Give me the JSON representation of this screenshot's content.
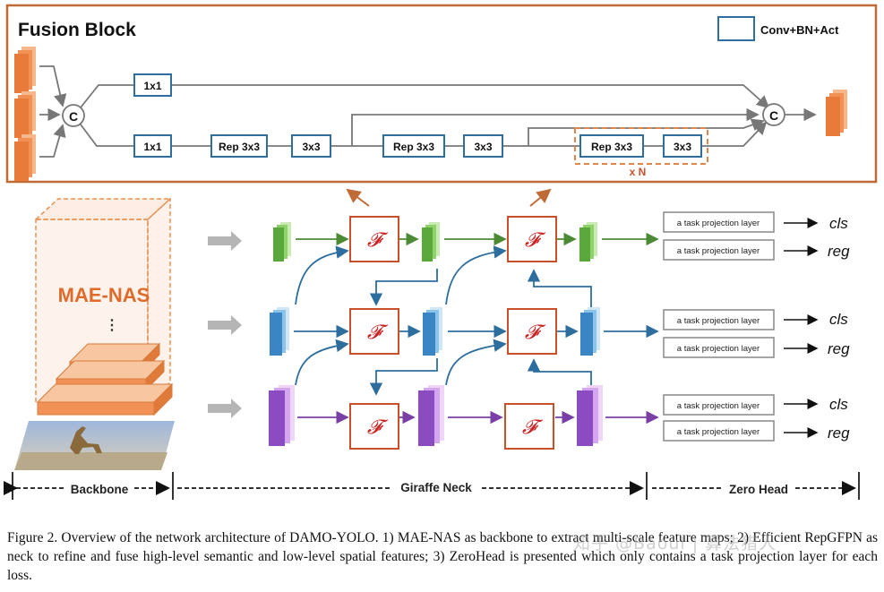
{
  "fusion_block": {
    "title": "Fusion Block",
    "legend_label": "Conv+BN+Act",
    "concat_symbol": "C",
    "conv1x1_top": "1x1",
    "conv1x1_bottom": "1x1",
    "rep3x3_a": "Rep 3x3",
    "conv3x3_a": "3x3",
    "rep3x3_b": "Rep 3x3",
    "conv3x3_b": "3x3",
    "rep3x3_c": "Rep 3x3",
    "conv3x3_c": "3x3",
    "repeat_label": "x N"
  },
  "backbone": {
    "name": "MAE-NAS",
    "dots": "⋮"
  },
  "fusion_symbol": "𝓕",
  "head": {
    "rows": [
      {
        "layer": "a task projection layer",
        "output": "cls"
      },
      {
        "layer": "a task projection layer",
        "output": "reg"
      },
      {
        "layer": "a task projection layer",
        "output": "cls"
      },
      {
        "layer": "a task projection layer",
        "output": "reg"
      },
      {
        "layer": "a task projection layer",
        "output": "cls"
      },
      {
        "layer": "a task projection layer",
        "output": "reg"
      }
    ]
  },
  "sections": {
    "backbone": "Backbone",
    "neck": "Giraffe Neck",
    "head": "Zero Head"
  },
  "caption": "Figure 2.  Overview of the network architecture of DAMO-YOLO. 1) MAE-NAS as backbone to extract multi-scale feature maps; 2) Efficient RepGFPN as neck to refine and fuse high-level semantic and low-level spatial features; 3) ZeroHead is presented which only contains a task projection layer for each loss.",
  "watermark": "知乎 @Baoul | 算法猎人",
  "colors": {
    "frame": "#c06a35",
    "conv": "#2d6e9e",
    "fusion": "#c9502a",
    "fusion_text": "#cc2222",
    "green": "#6db54a",
    "blue": "#5aa3d8",
    "purple": "#a45ad0",
    "orange": "#f19155",
    "grey": "#aaaaaa"
  }
}
